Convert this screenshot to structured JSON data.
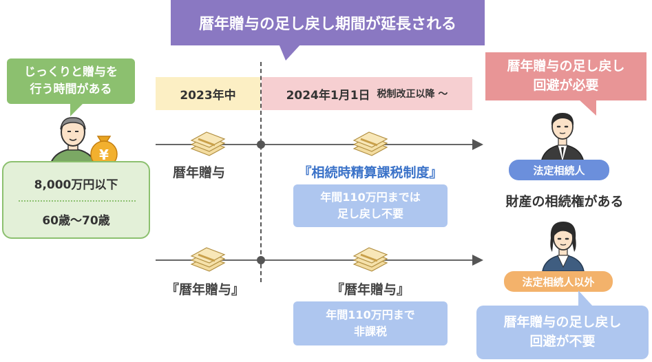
{
  "banner": {
    "title": "暦年贈与の足し戻し期間が延長される"
  },
  "left_bubble": {
    "text": "じっくりと贈与を\n行う時間がある"
  },
  "left_info": {
    "amount": "8,000万円以下",
    "age": "60歳～70歳"
  },
  "periods": {
    "p2023": "2023年中",
    "p2024_date": "2024年1月1日",
    "p2024_note": "税制改正以降 ～"
  },
  "top_row": {
    "label_left": "暦年贈与",
    "label_right": "『相続時精算課税制度』",
    "box": "年間110万円までは\n足し戻し不要"
  },
  "bottom_row": {
    "label_left": "『暦年贈与』",
    "label_right": "『暦年贈与』",
    "box": "年間110万円まで\n非課税"
  },
  "right": {
    "bubble_top": "暦年贈与の足し戻し\n回避が必要",
    "pill_heir": "法定相続人",
    "heir_text": "財産の相続権がある",
    "pill_nonheir": "法定相続人以外",
    "bubble_bottom": "暦年贈与の足し戻し\n回避が不要"
  },
  "icons": {
    "yen_bag": "yen-bag-icon",
    "money": "money-bundle-icon",
    "elder": "elderly-man-icon",
    "man": "businessman-icon",
    "woman": "businesswoman-icon"
  },
  "colors": {
    "purple": "#8a78c2",
    "green": "#8cc06f",
    "pink": "#e89596",
    "blue_light": "#aec6ef",
    "blue_pill": "#6b8fdc",
    "orange_pill": "#f3b26b",
    "yellow_band": "#fcefc4",
    "pink_band": "#f6cfd1"
  }
}
